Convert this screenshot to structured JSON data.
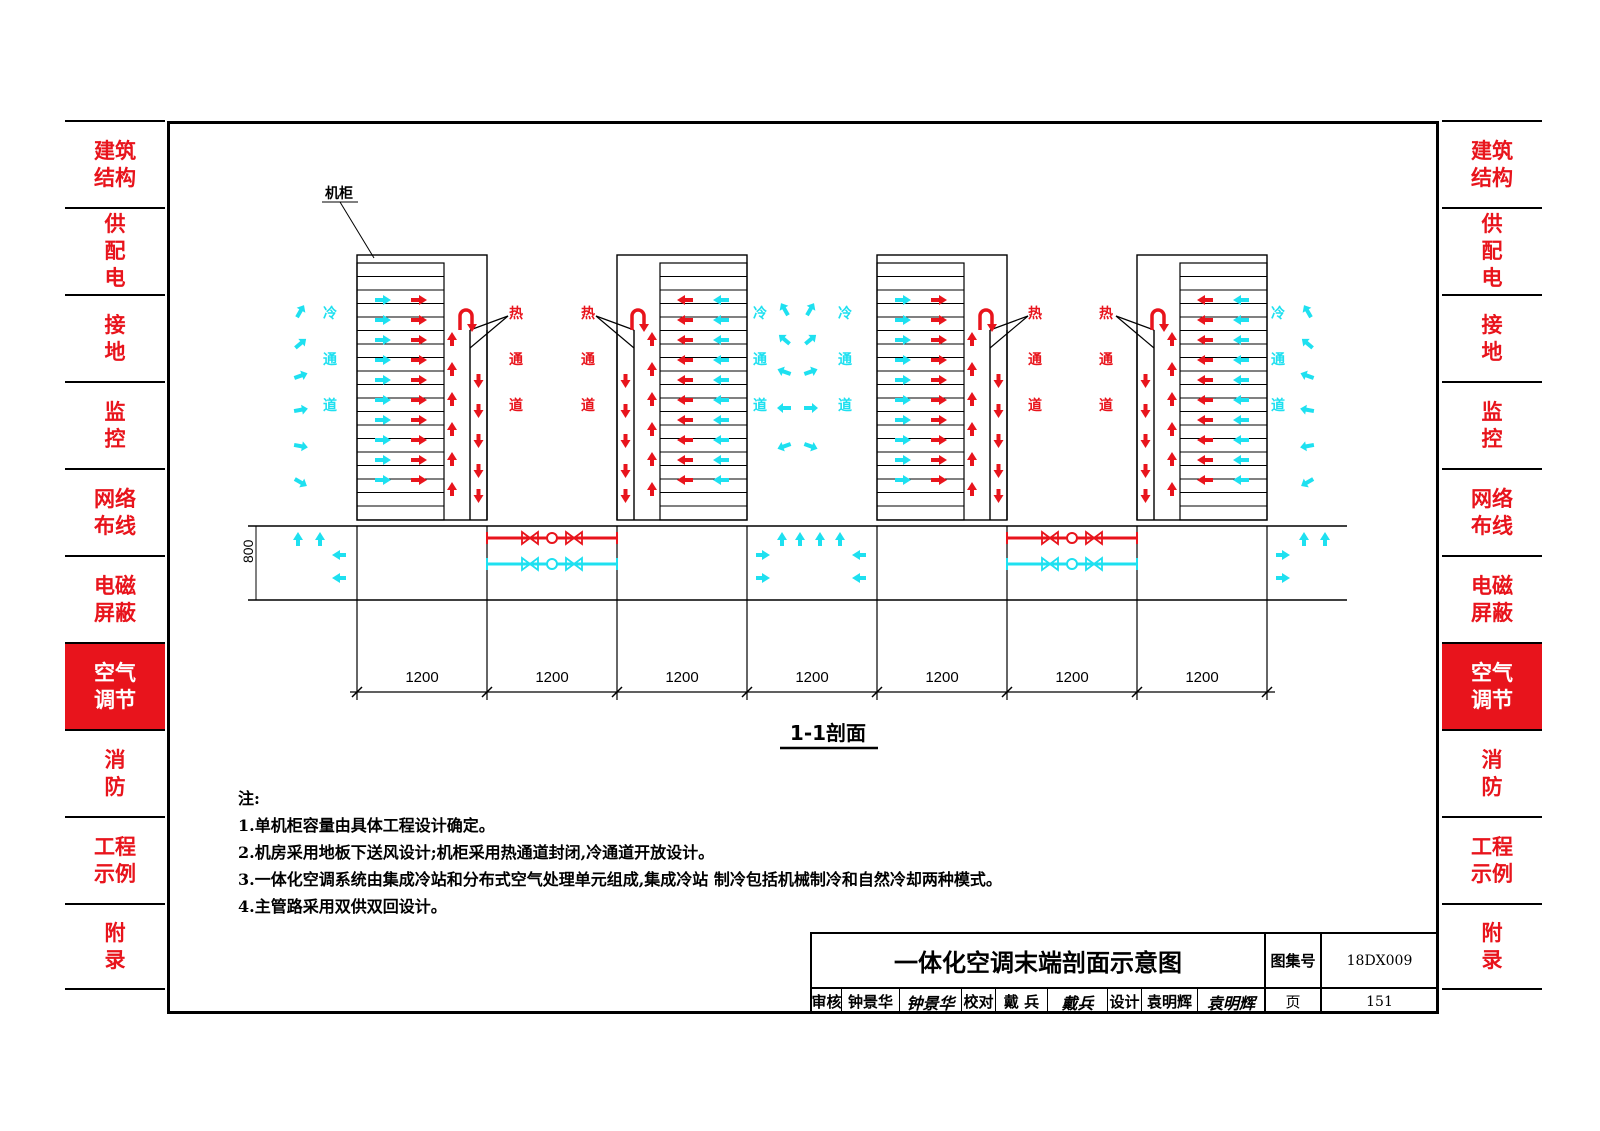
{
  "side_tabs": [
    {
      "label": "建筑\n结构",
      "active": false
    },
    {
      "label": "供\n配\n电",
      "active": false
    },
    {
      "label": "接\n地",
      "active": false
    },
    {
      "label": "监\n控",
      "active": false
    },
    {
      "label": "网络\n布线",
      "active": false
    },
    {
      "label": "电磁\n屏蔽",
      "active": false
    },
    {
      "label": "空气\n调节",
      "active": true
    },
    {
      "label": "消\n防",
      "active": false
    },
    {
      "label": "工程\n示例",
      "active": false
    },
    {
      "label": "附\n录",
      "active": false
    }
  ],
  "diagram": {
    "cabinet_label": "机柜",
    "cold_aisle_label": [
      "冷",
      "通",
      "道"
    ],
    "hot_aisle_label": [
      "热",
      "通",
      "道"
    ],
    "floor_height": "800",
    "dimensions": [
      "1200",
      "1200",
      "1200",
      "1200",
      "1200",
      "1200",
      "1200"
    ],
    "section_title": "1-1剖面",
    "colors": {
      "hot": "#e8141c",
      "cold": "#1ee0f0"
    }
  },
  "notes": {
    "heading": "注:",
    "items": [
      "1.单机柜容量由具体工程设计确定。",
      "2.机房采用地板下送风设计;机柜采用热通道封闭,冷通道开放设计。",
      "3.一体化空调系统由集成冷站和分布式空气处理单元组成,集成冷站  制冷包括机械制冷和自然冷却两种模式。",
      "4.主管路采用双供双回设计。"
    ]
  },
  "title_block": {
    "title": "一体化空调末端剖面示意图",
    "atlas_label": "图集号",
    "atlas_no": "18DX009",
    "page_label": "页",
    "page_no": "151",
    "review_label": "审核",
    "reviewer": "钟景华",
    "reviewer_sig": "钟景华",
    "check_label": "校对",
    "checker": "戴 兵",
    "checker_sig": "戴兵",
    "design_label": "设计",
    "designer": "袁明辉",
    "designer_sig": "袁明辉"
  }
}
